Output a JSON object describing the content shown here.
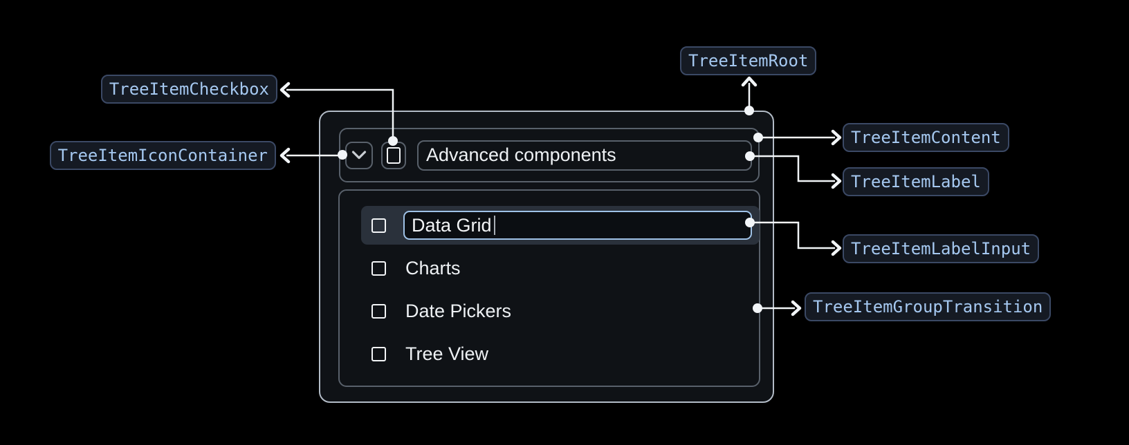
{
  "annotations": {
    "checkbox": "TreeItemCheckbox",
    "icon_container": "TreeItemIconContainer",
    "root": "TreeItemRoot",
    "content": "TreeItemContent",
    "label": "TreeItemLabel",
    "label_input": "TreeItemLabelInput",
    "group_transition": "TreeItemGroupTransition"
  },
  "tree": {
    "parent": {
      "label": "Advanced components",
      "state": "expanded"
    },
    "editing_item": {
      "input_value": "Data Grid"
    },
    "items": [
      {
        "label": "Charts"
      },
      {
        "label": "Date Pickers"
      },
      {
        "label": "Tree View"
      }
    ]
  },
  "icons": {
    "expand": "chevron-down-icon",
    "item_checkbox": "checkbox-unchecked-icon"
  },
  "colors": {
    "background": "#000000",
    "badge_text": "#a5c8f0",
    "badge_bg": "#151a23",
    "badge_border": "#3b4965",
    "root_border": "#b3bcc7",
    "box_border": "#59616b",
    "row_highlight_bg": "#2a313b",
    "input_border": "#9fc2e7",
    "connector": "#f2f5f8",
    "text": "#eef1f4"
  }
}
